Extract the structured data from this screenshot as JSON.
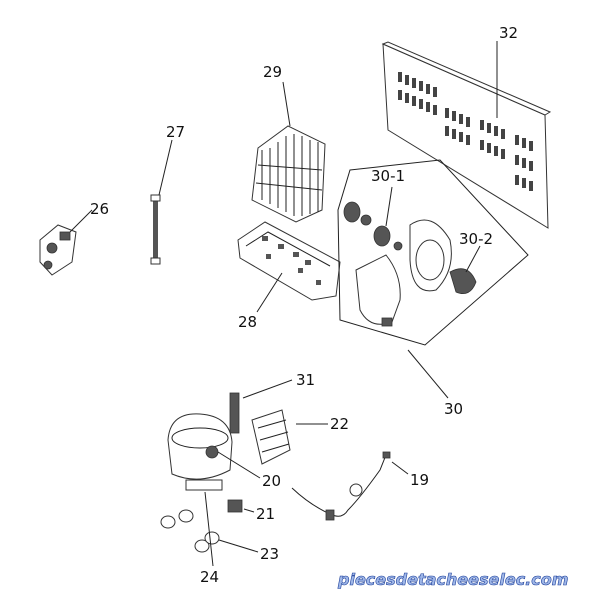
{
  "callouts": {
    "p19": "19",
    "p20": "20",
    "p21": "21",
    "p22": "22",
    "p23": "23",
    "p24": "24",
    "p26": "26",
    "p27": "27",
    "p28": "28",
    "p29": "29",
    "p30": "30",
    "p30_1": "30-1",
    "p30_2": "30-2",
    "p31": "31",
    "p32": "32"
  },
  "watermark": {
    "text": "piecesdetacheeselec.com",
    "fill_color": "#9fb7e8",
    "outline_color": "#1a3d9a"
  }
}
